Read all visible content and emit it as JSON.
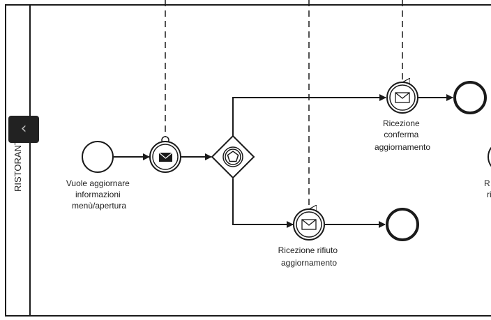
{
  "pool": {
    "lane_label": "RISTORANTE"
  },
  "events": {
    "start": {
      "label_lines": [
        "Vuole aggiornare",
        "informazioni",
        "menù/apertura"
      ]
    },
    "receive_confirm": {
      "label_lines": [
        "Ricezione",
        "conferma",
        "aggiornamento"
      ]
    },
    "receive_reject": {
      "label_lines": [
        "Ricezione rifiuto",
        "aggiornamento"
      ]
    },
    "partial_right": {
      "label_lines": [
        "R",
        "ri"
      ]
    }
  },
  "ui": {
    "collapse_icon": "chevron-left-icon",
    "collapse_glyph": "‹"
  },
  "colors": {
    "stroke": "#1a1a1a",
    "background": "#ffffff",
    "button": "#222222"
  }
}
